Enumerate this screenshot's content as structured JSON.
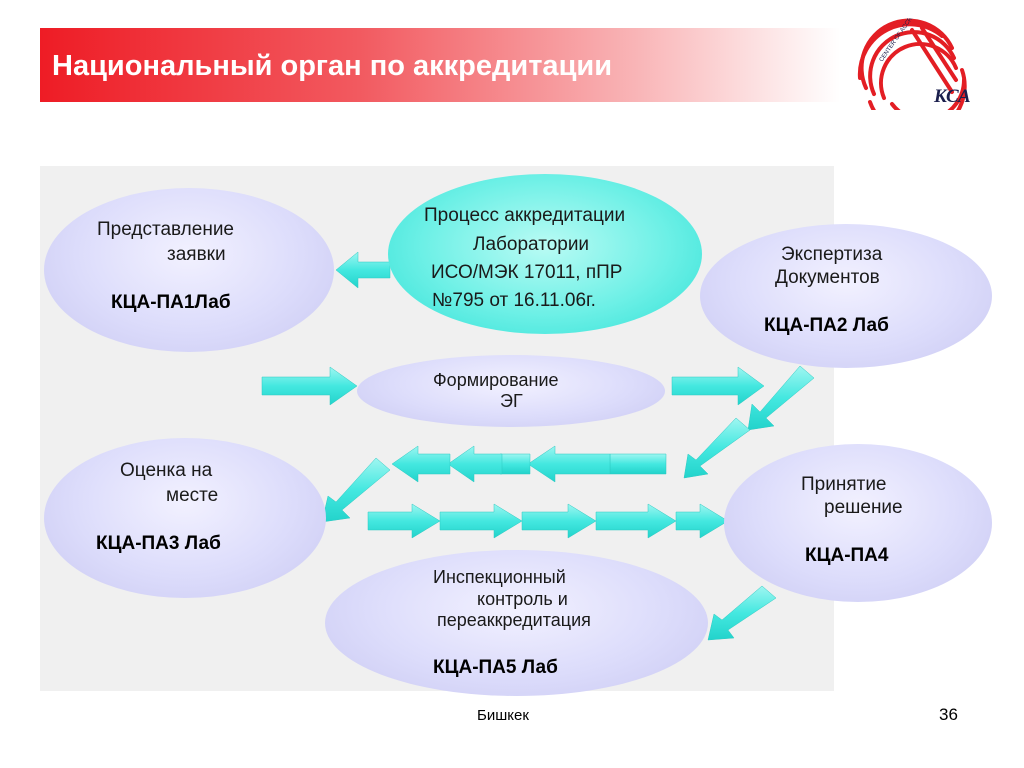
{
  "header": {
    "title": "Национальный орган по аккредитации",
    "logo_text": "КСА",
    "logo_ring_text": "CENTER OF ACCREDITATION"
  },
  "diagram": {
    "center": [
      "Процесс аккредитации",
      "Лаборатории",
      "ИСО/МЭК 17011, пПР",
      "№795 от 16.11.06г."
    ],
    "submission": {
      "line1": "Представление",
      "line2": "заявки",
      "code": "КЦА-ПА1Лаб"
    },
    "expertise": {
      "line1": "Экспертиза",
      "line2": "Документов",
      "code": "КЦА-ПА2 Лаб"
    },
    "team": {
      "line1": "Формирование",
      "line2": "ЭГ"
    },
    "onsite": {
      "line1": "Оценка на",
      "line2": "месте",
      "code": "КЦА-ПА3 Лаб"
    },
    "decision": {
      "line1": "Принятие",
      "line2": "решение",
      "code": "КЦА-ПА4"
    },
    "inspection": {
      "line1": "Инспекционный",
      "line2": "контроль и",
      "line3": "переаккредитация",
      "code": "КЦА-ПА5 Лаб"
    }
  },
  "colors": {
    "header_red": "#ee1c25",
    "ellipse_lavender": "#dcdcfb",
    "ellipse_cyan": "#6df0e6",
    "arrow_cyan": "#44e8e0",
    "logo_red": "#e31e24"
  },
  "footer": {
    "city": "Бишкек",
    "page": "36"
  }
}
